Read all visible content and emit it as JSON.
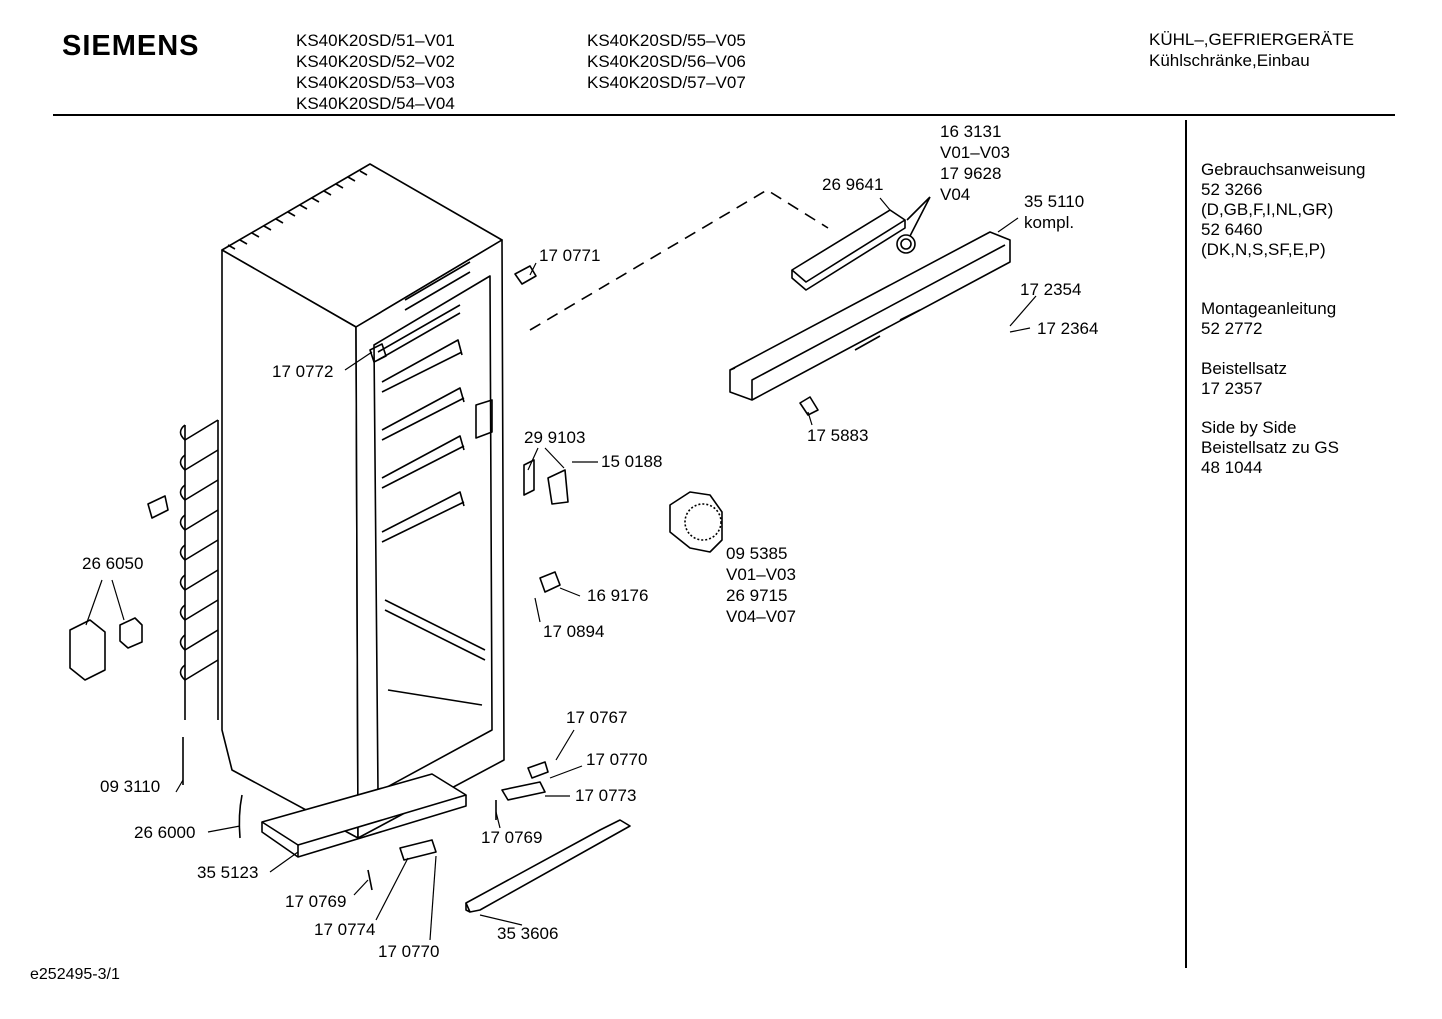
{
  "header": {
    "brand": "SIEMENS",
    "models_col1": [
      "KS40K20SD/51–V01",
      "KS40K20SD/52–V02",
      "KS40K20SD/53–V03",
      "KS40K20SD/54–V04"
    ],
    "models_col2": [
      "KS40K20SD/55–V05",
      "KS40K20SD/56–V06",
      "KS40K20SD/57–V07"
    ],
    "category": [
      "KÜHL–,GEFRIERGERÄTE",
      "Kühlschränke,Einbau"
    ]
  },
  "sidebar": {
    "sections": [
      {
        "lines": [
          "Gebrauchsanweisung",
          "52 3266",
          "(D,GB,F,I,NL,GR)",
          "52 6460",
          "(DK,N,S,SF,E,P)"
        ]
      },
      {
        "lines": [
          "Montageanleitung",
          "52 2772"
        ]
      },
      {
        "lines": [
          "Beistellsatz",
          "17 2357"
        ]
      },
      {
        "lines": [
          "Side by Side",
          "Beistellsatz zu GS",
          "48 1044"
        ]
      }
    ]
  },
  "parts": {
    "p163131": "16 3131",
    "v01v03a": "V01–V03",
    "p179628": "17 9628",
    "v04": "V04",
    "p269641": "26 9641",
    "p355110": "35 5110",
    "kompl": "kompl.",
    "p170771": "17 0771",
    "p170772": "17 0772",
    "p172354": "17 2354",
    "p172364": "17 2364",
    "p175883": "17 5883",
    "p299103": "29 9103",
    "p150188": "15 0188",
    "p095385": "09 5385",
    "v01v03b": "V01–V03",
    "p269715": "26 9715",
    "v04v07": "V04–V07",
    "p266050": "26 6050",
    "p169176": "16 9176",
    "p170894": "17 0894",
    "p170767": "17 0767",
    "p170770a": "17 0770",
    "p170773": "17 0773",
    "p170769a": "17 0769",
    "p093110": "09 3110",
    "p266000": "26 6000",
    "p355123": "35 5123",
    "p170769b": "17 0769",
    "p170774": "17 0774",
    "p170770b": "17 0770",
    "p353606": "35 3606"
  },
  "footer": {
    "code": "e252495-3/1"
  }
}
